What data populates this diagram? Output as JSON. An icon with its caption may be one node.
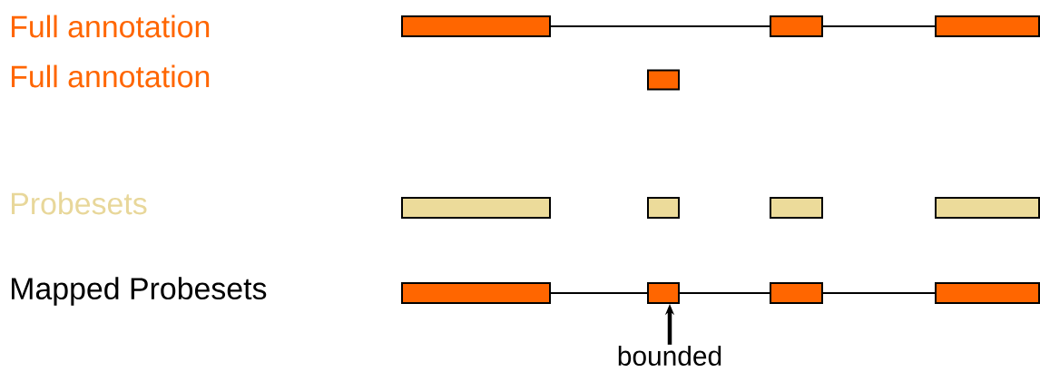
{
  "diagram": {
    "nodes": [
      {
        "text": [],
        "shape": "box"
      },
      {
        "text": [],
        "shape": "box"
      },
      {
        "text": [],
        "shape": "box"
      },
      {
        "text": [],
        "shape": "box"
      },
      {
        "text": [],
        "shape": "box"
      },
      {
        "text": [],
        "shape": "box"
      },
      {
        "text": [],
        "shape": "box"
      },
      {
        "text": [],
        "shape": "box"
      },
      {
        "text": [],
        "shape": "box"
      },
      {
        "text": [],
        "shape": "box"
      },
      {
        "text": [],
        "shape": "box"
      },
      {
        "text": [],
        "shape": "box"
      },
      {
        "text": [
          "bounded"
        ]
      }
    ],
    "edges": [
      {
        "from": 0,
        "to": 1,
        "arrow": "none"
      },
      {
        "from": 1,
        "to": 2,
        "arrow": "none"
      },
      {
        "from": 8,
        "to": 9,
        "arrow": "none"
      },
      {
        "from": 9,
        "to": 10,
        "arrow": "none"
      },
      {
        "from": 10,
        "to": 11,
        "arrow": "none"
      },
      {
        "from": 12,
        "to": 9,
        "arrow": "to",
        "style": "thick"
      }
    ],
    "labels": [
      "Full annotation",
      "Full annotation",
      "Probesets",
      "Mapped Probesets"
    ]
  }
}
